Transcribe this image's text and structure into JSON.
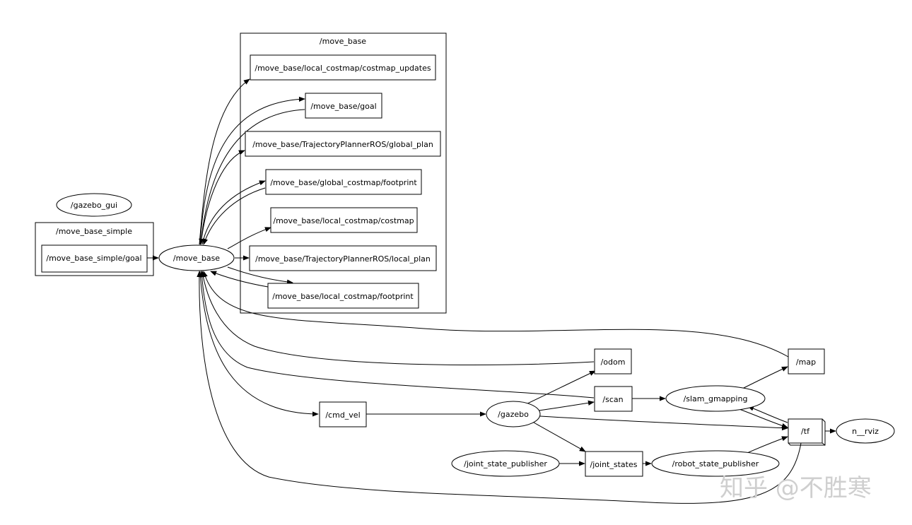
{
  "clusters": {
    "move_base": "/move_base",
    "move_base_simple": "/move_base_simple"
  },
  "nodes": {
    "gazebo_gui": "/gazebo_gui",
    "move_base_simple_goal": "/move_base_simple/goal",
    "move_base": "/move_base",
    "local_costmap_updates": "/move_base/local_costmap/costmap_updates",
    "goal": "/move_base/goal",
    "global_plan": "/move_base/TrajectoryPlannerROS/global_plan",
    "global_costmap_footprint": "/move_base/global_costmap/footprint",
    "local_costmap": "/move_base/local_costmap/costmap",
    "local_plan": "/move_base/TrajectoryPlannerROS/local_plan",
    "local_costmap_footprint": "/move_base/local_costmap/footprint",
    "odom": "/odom",
    "map": "/map",
    "scan": "/scan",
    "slam_gmapping": "/slam_gmapping",
    "cmd_vel": "/cmd_vel",
    "gazebo": "/gazebo",
    "tf": "/tf",
    "rviz": "n__rviz",
    "joint_state_publisher": "/joint_state_publisher",
    "joint_states": "/joint_states",
    "robot_state_publisher": "/robot_state_publisher"
  },
  "watermark": "知乎 @不胜寒"
}
